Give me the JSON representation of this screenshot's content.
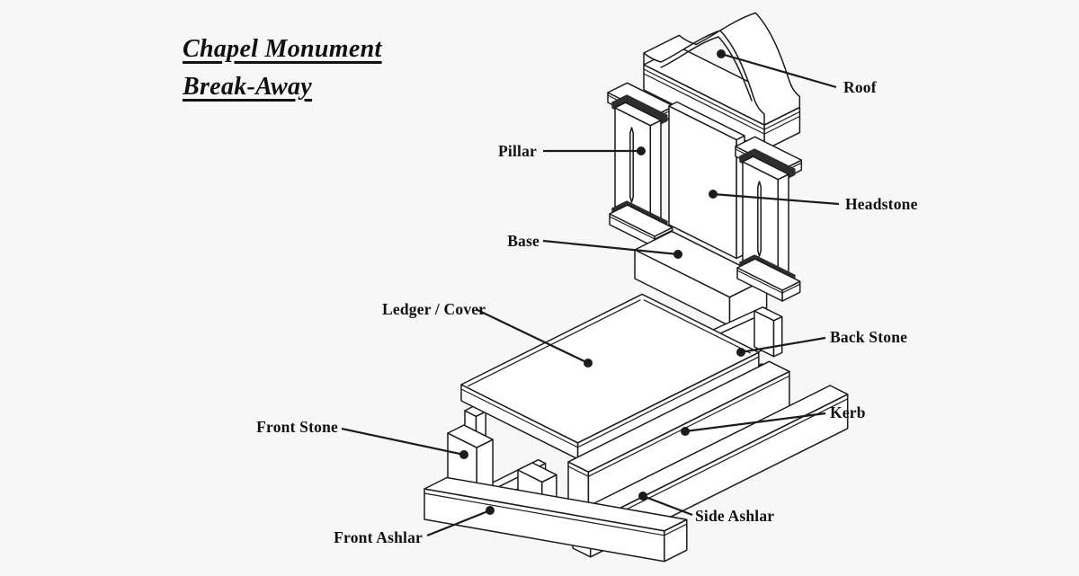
{
  "title": {
    "line1": "Chapel Monument",
    "line2": "Break-Away"
  },
  "labels": {
    "roof": "Roof",
    "pillar": "Pillar",
    "headstone": "Headstone",
    "base": "Base",
    "ledger": "Ledger / Cover",
    "back_stone": "Back Stone",
    "kerb": "Kerb",
    "front_stone": "Front Stone",
    "front_ashlar": "Front Ashlar",
    "side_ashlar": "Side Ashlar"
  },
  "colors": {
    "background": "#f7f7f7",
    "line": "#1b1b1b",
    "fill": "#ffffff",
    "molding_dark": "#2e2e2e",
    "label_text": "#101010"
  }
}
